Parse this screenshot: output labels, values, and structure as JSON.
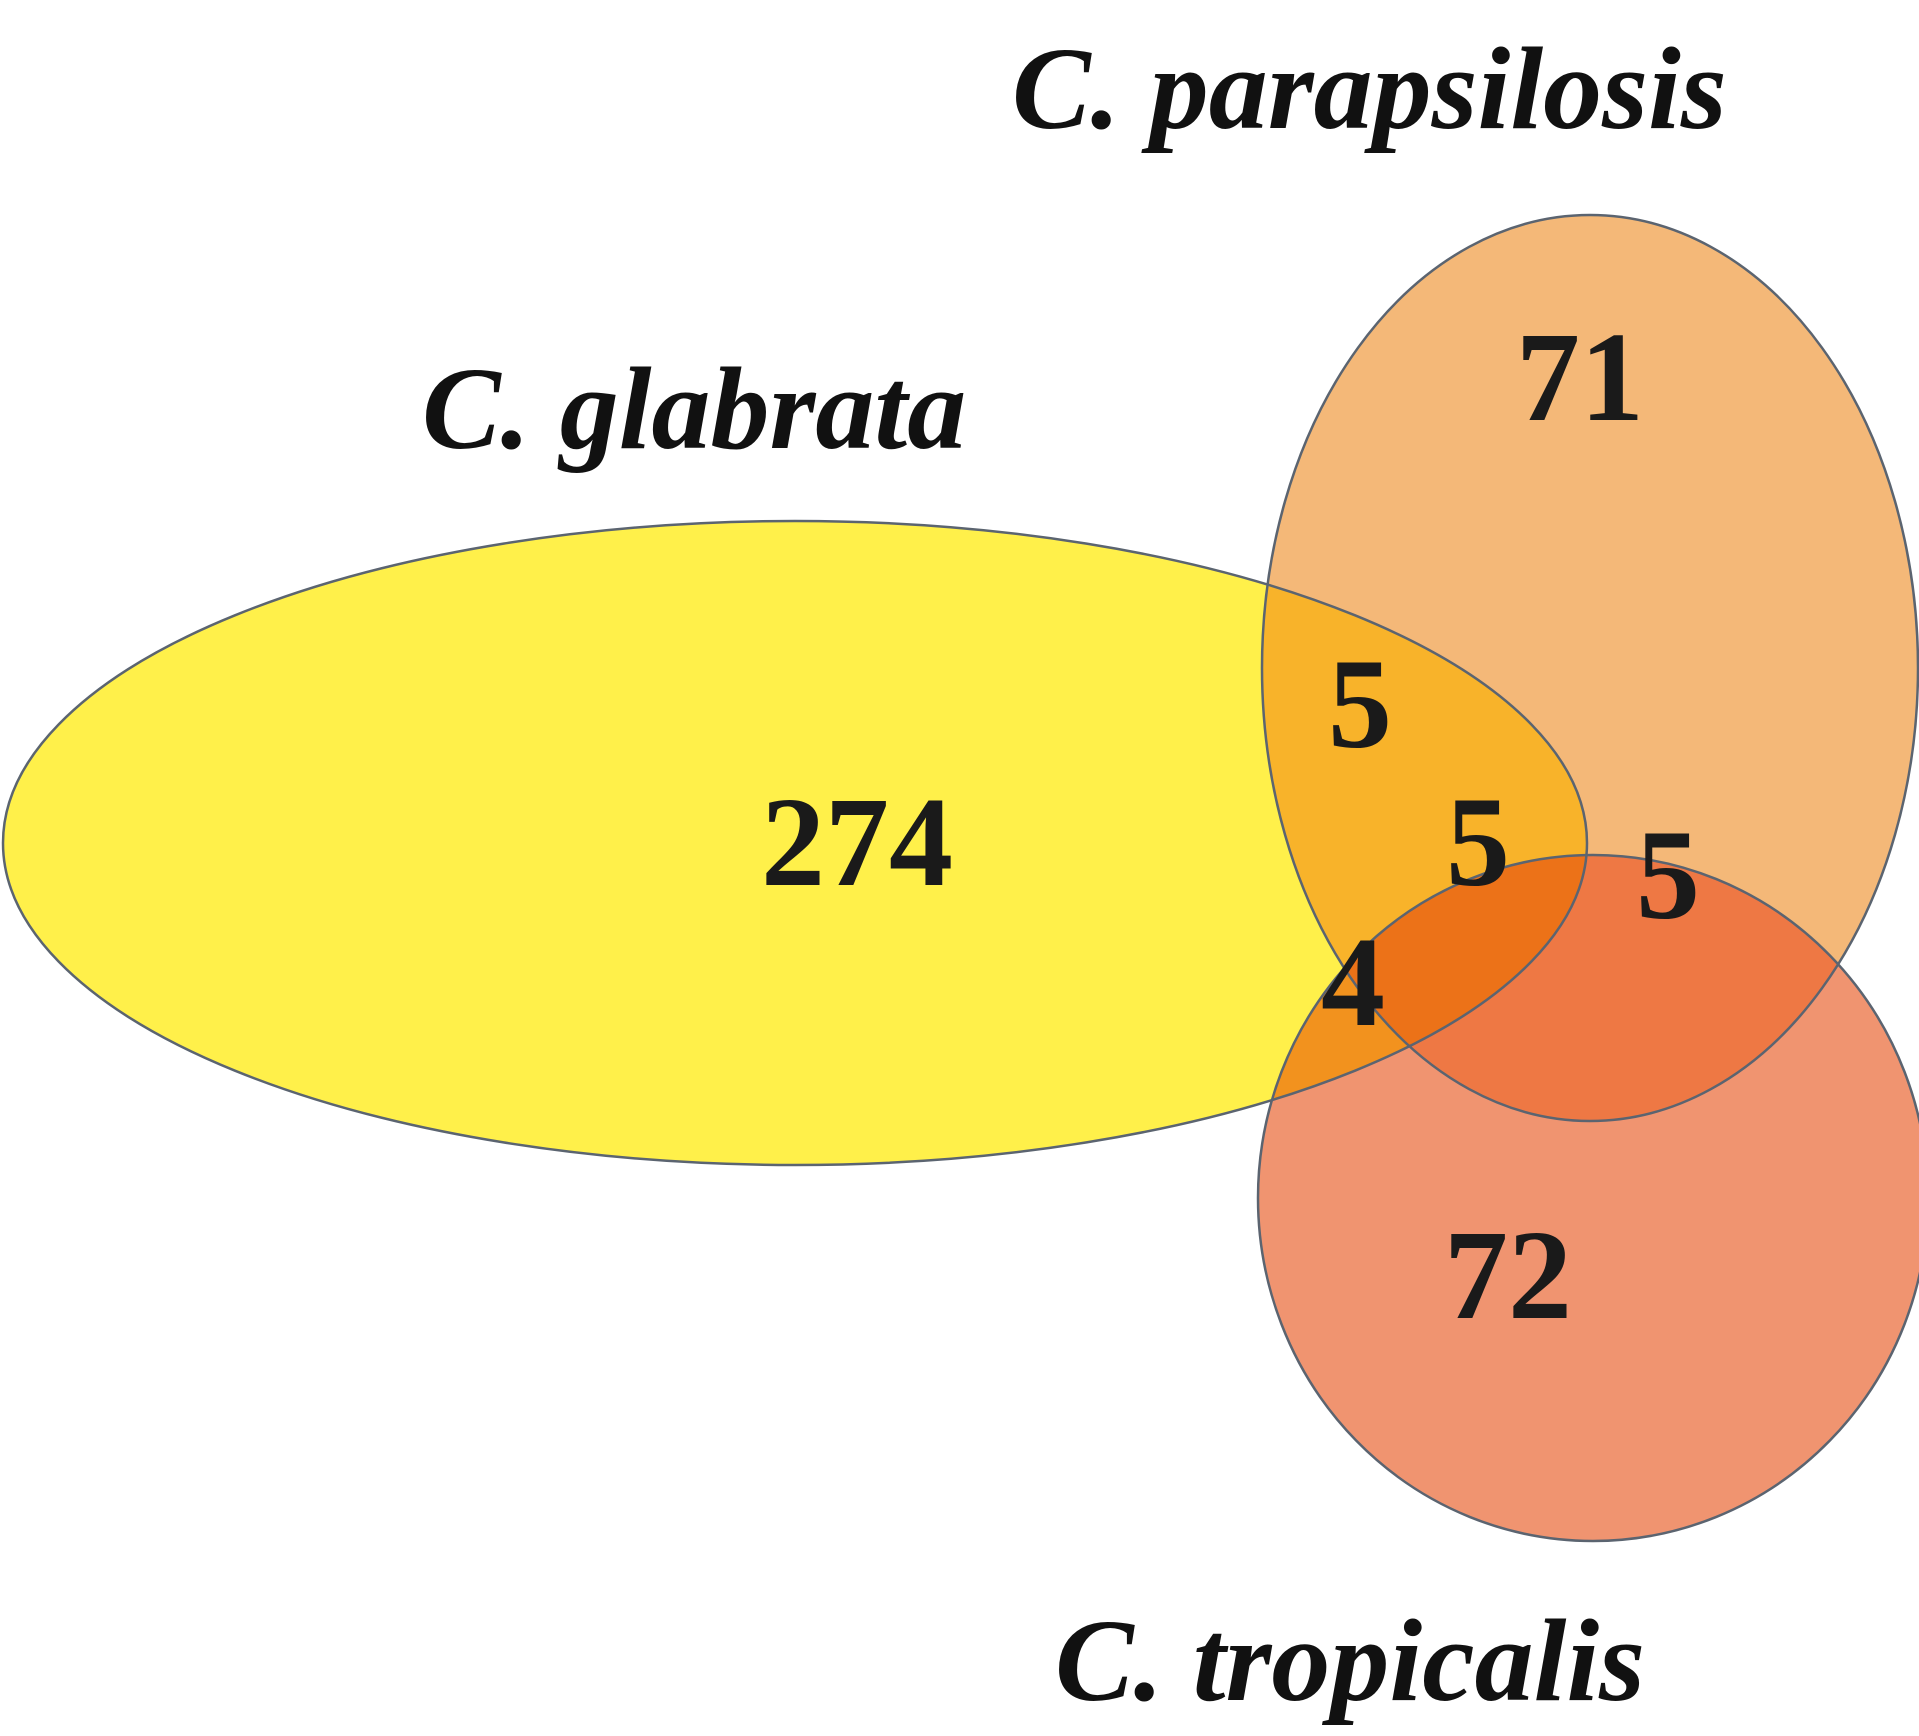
{
  "sets": [
    {
      "id": "glabrata",
      "label": "C. glabrata",
      "fill": "#fff04a"
    },
    {
      "id": "parapsilosis",
      "label": "C. parapsilosis",
      "fill": "#f4b878"
    },
    {
      "id": "tropicalis",
      "label": "C. tropicalis",
      "fill": "#f09470"
    }
  ],
  "regions": {
    "glabrata_only": "274",
    "parapsilosis_only": "71",
    "tropicalis_only": "72",
    "glabrata_parapsilosis": "5",
    "glabrata_tropicalis": "4",
    "parapsilosis_tropicalis": "5",
    "all_three": "5"
  },
  "overlap_colors": {
    "glabrata_parapsilosis": "#f8b32a",
    "glabrata_tropicalis": "#f2921e",
    "parapsilosis_tropicalis": "#ee7844",
    "all_three": "#ec7218"
  }
}
